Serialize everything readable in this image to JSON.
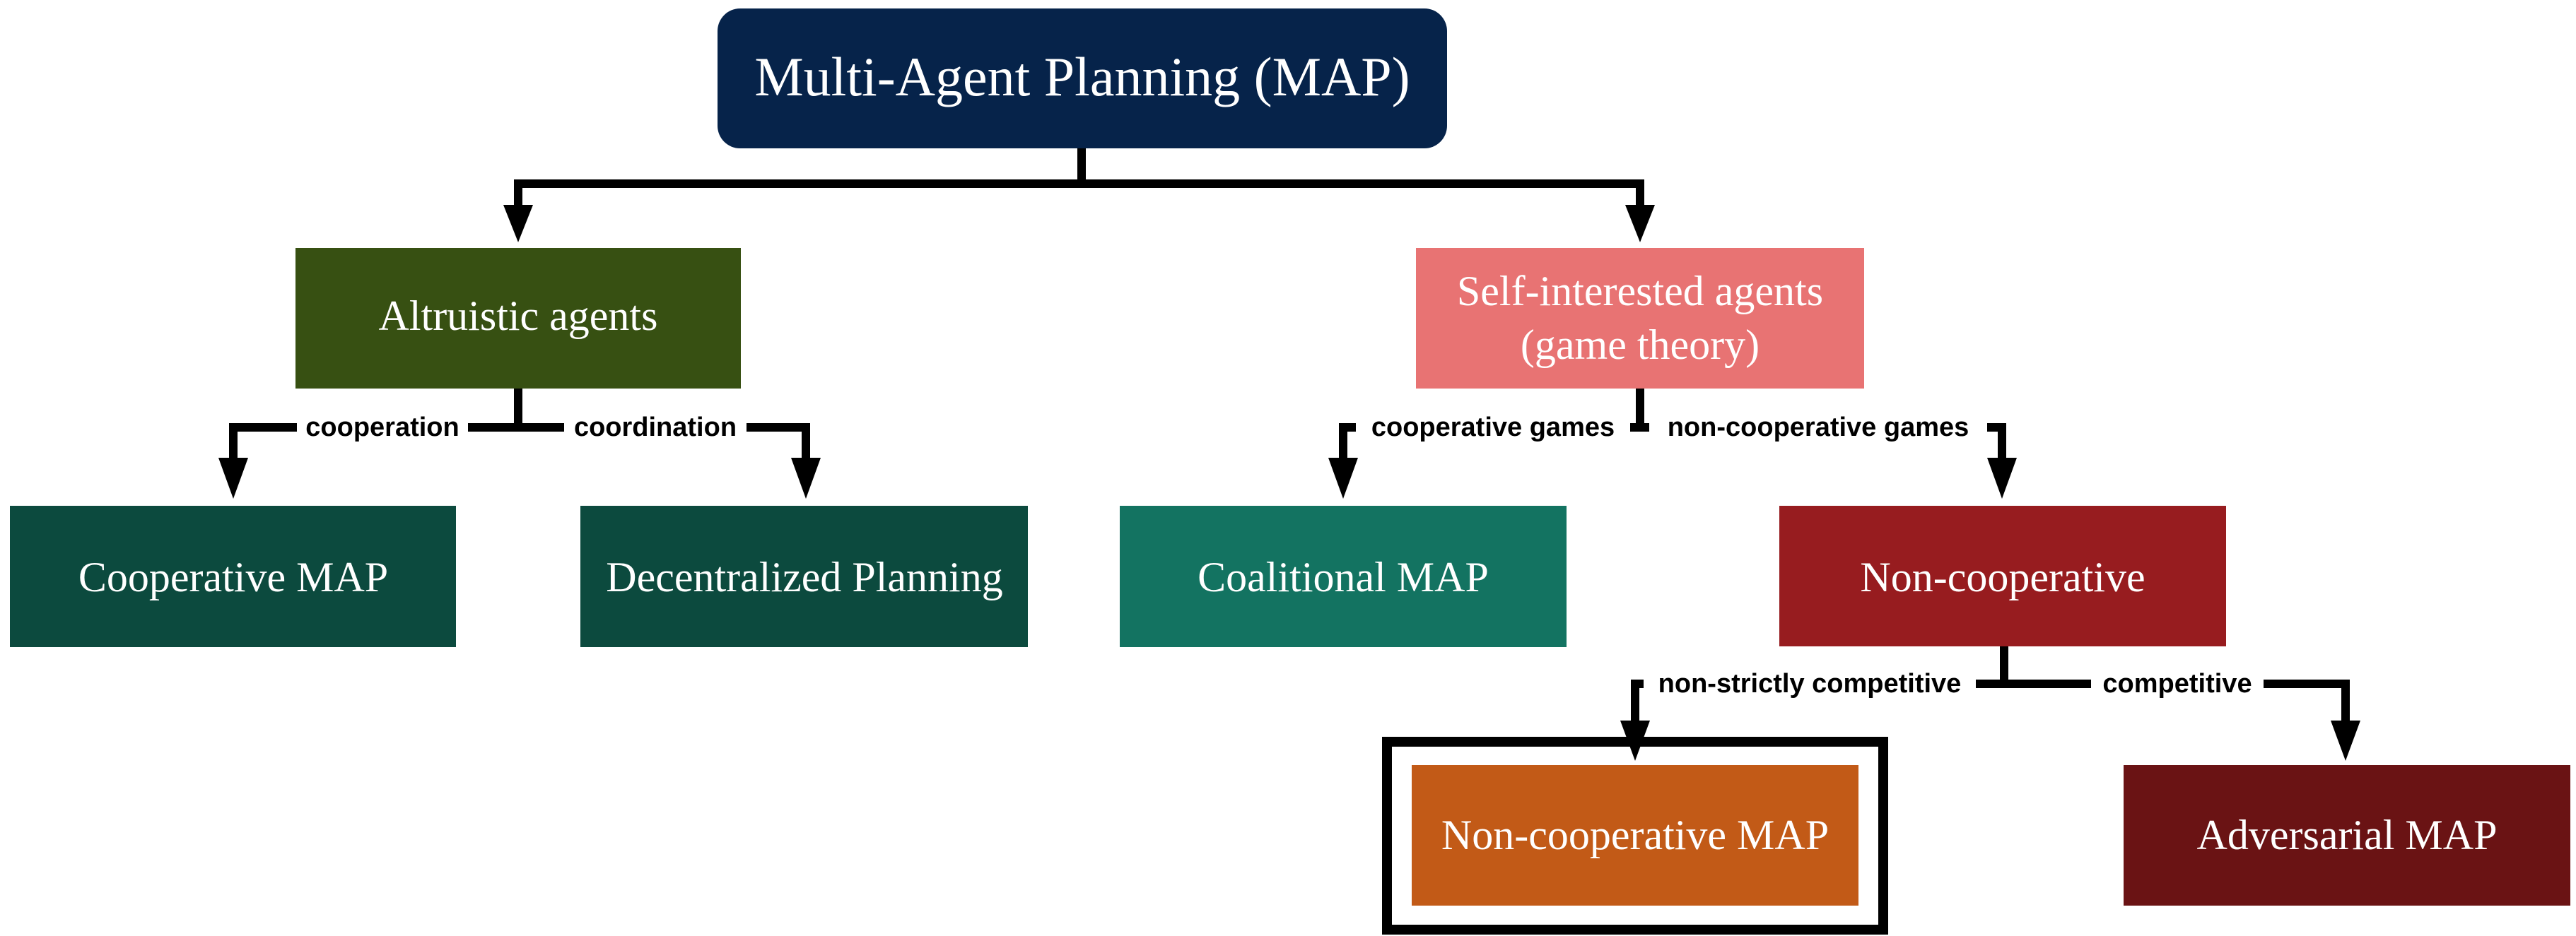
{
  "colors": {
    "root": "#06234A",
    "altruistic": "#375012",
    "self_interested": "#E87373",
    "cooperative_map": "#0C4A3E",
    "decentralized": "#0C4A3E",
    "coalitional": "#137361",
    "non_cooperative": "#971C1F",
    "non_cooperative_map": "#C25A17",
    "adversarial": "#6A1314",
    "edge": "#000000"
  },
  "nodes": {
    "root": "Multi-Agent Planning (MAP)",
    "altruistic": "Altruistic agents",
    "self_interested_line1": "Self-interested agents",
    "self_interested_line2": "(game theory)",
    "cooperative_map": "Cooperative MAP",
    "decentralized": "Decentralized Planning",
    "coalitional": "Coalitional MAP",
    "non_cooperative": "Non-cooperative",
    "non_cooperative_map": "Non-cooperative MAP",
    "adversarial": "Adversarial MAP"
  },
  "edges": {
    "cooperation": "cooperation",
    "coordination": "coordination",
    "cooperative_games": "cooperative games",
    "non_cooperative_games": "non-cooperative games",
    "non_strictly_competitive": "non-strictly competitive",
    "competitive": "competitive"
  }
}
